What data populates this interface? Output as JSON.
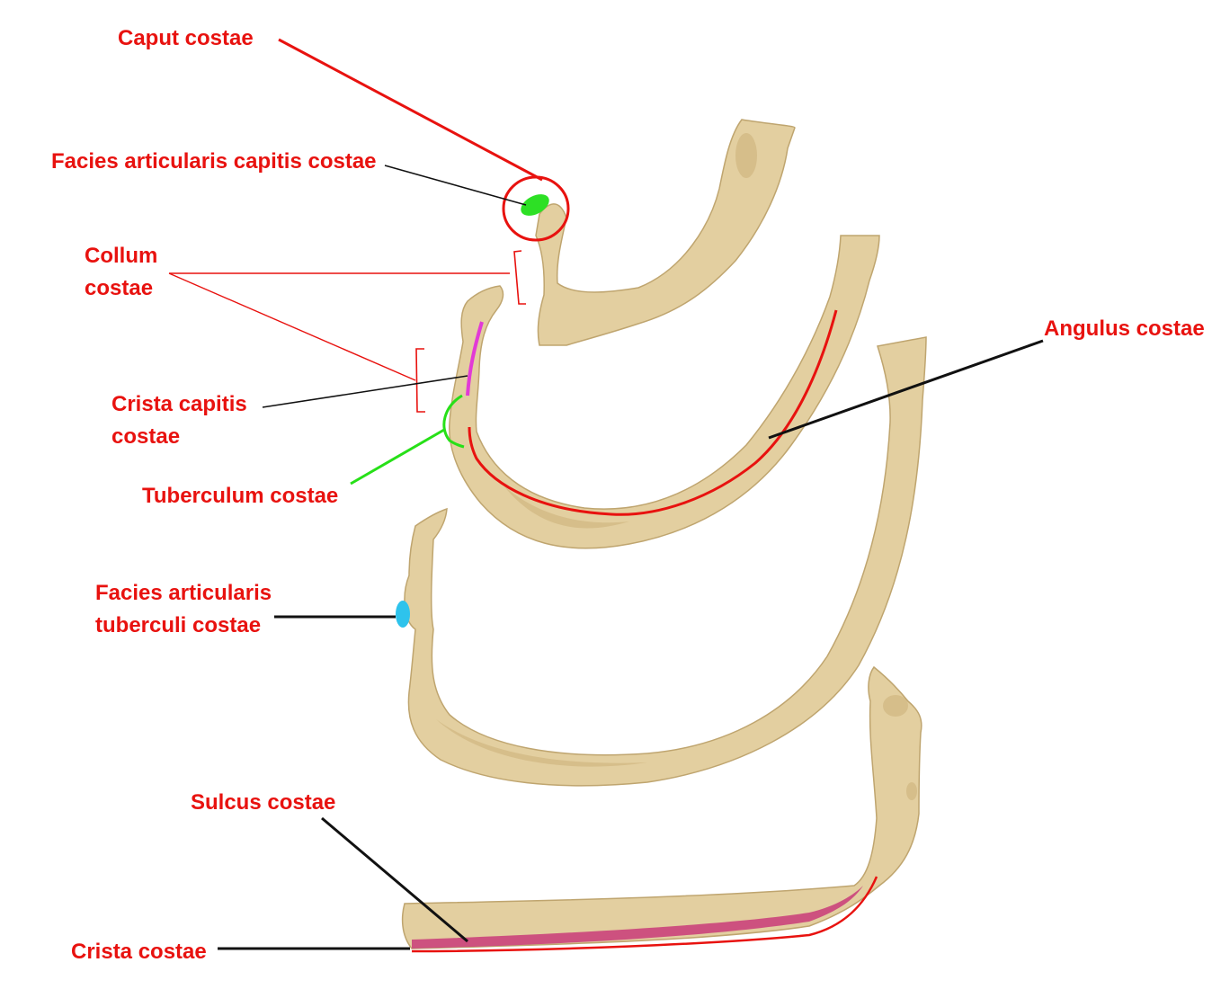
{
  "colors": {
    "label_text": "#e8120f",
    "leader_black": "#111111",
    "leader_red": "#e8120f",
    "leader_green": "#27e018",
    "bone_fill": "#e3cfa0",
    "bone_stroke": "#bfa56f",
    "bone_shade": "#cdb27c",
    "highlight_green": "#2de025",
    "highlight_magenta": "#e23ad6",
    "highlight_cyan": "#2ec3ec",
    "highlight_pink": "#c9407a"
  },
  "labels": {
    "caput": "Caput costae",
    "facies_capitis": "Facies articularis capitis costae",
    "collum_1": "Collum",
    "collum_2": "costae",
    "angulus": "Angulus costae",
    "crista_capitis_1": "Crista capitis",
    "crista_capitis_2": "costae",
    "tuberculum": "Tuberculum costae",
    "facies_tuberculi_1": "Facies articularis",
    "facies_tuberculi_2": "tuberculi costae",
    "sulcus": "Sulcus costae",
    "crista": "Crista costae"
  }
}
